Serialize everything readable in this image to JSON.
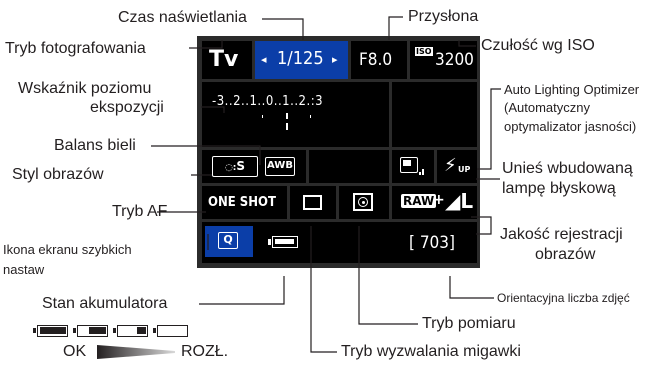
{
  "labels": {
    "czas": "Czas naświetlania",
    "przyslona": "Przysłona",
    "tryb_fot": "Tryb fotografowania",
    "czulosc": "Czułość wg ISO",
    "wskaznik1": "Wskaźnik poziomu",
    "wskaznik2": "ekspozycji",
    "alo1": "Auto Lighting Optimizer",
    "alo2": "(Automatyczny",
    "alo3": "optymalizator jasności)",
    "balans": "Balans bieli",
    "styl": "Styl obrazów",
    "lampa1": "Unieś wbudowaną",
    "lampa2": "lampę błyskową",
    "tryb_af": "Tryb AF",
    "jakosc1": "Jakość rejestracji",
    "jakosc2": "obrazów",
    "ikona1": "Ikona ekranu szybkich",
    "ikona2": "nastaw",
    "stan": "Stan akumulatora",
    "orient": "Orientacyjna liczba zdjęć",
    "pomiar": "Tryb pomiaru",
    "wyzw": "Tryb wyzwalania migawki",
    "ok": "OK",
    "rozl": "ROZŁ."
  },
  "screen": {
    "mode": "Tv",
    "shutter": "1/125",
    "aperture": "F8.0",
    "iso_prefix": "ISO",
    "iso": "3200",
    "exposure_scale": "-3..2..1..0..1..2.:3",
    "wb": "AWB",
    "picture_style": "S",
    "flash_sub": "UP",
    "af_mode": "ONE SHOT",
    "quality": "RAW+",
    "quality_size": "L",
    "q_icon": "Q",
    "shots": "[ 703]"
  },
  "battery_levels": [
    1.0,
    0.66,
    0.33,
    0.0
  ],
  "colors": {
    "highlight": "#0b3ea8",
    "screen_bg": "#2b2b2b",
    "cell_bg": "#000000",
    "text": "#231f20"
  }
}
